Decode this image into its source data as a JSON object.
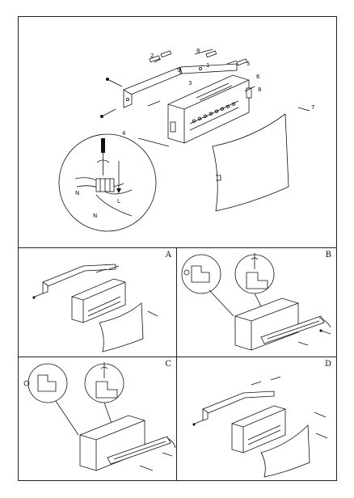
{
  "sheet": {
    "main_callouts": [
      "1",
      "2",
      "3",
      "4",
      "5",
      "6",
      "7",
      "8",
      "9"
    ],
    "wire_labels": {
      "neutral": "N",
      "live": "L"
    },
    "panels": [
      {
        "id": "A",
        "letter": "A"
      },
      {
        "id": "B",
        "letter": "B"
      },
      {
        "id": "C",
        "letter": "C"
      },
      {
        "id": "D",
        "letter": "D"
      }
    ]
  },
  "colors": {
    "line": "#111111",
    "paper": "#ffffff"
  },
  "icons": [
    "screwdriver-icon",
    "rotate-arrow-icon",
    "down-arrow-icon",
    "screw-icon",
    "wall-plug-icon"
  ]
}
